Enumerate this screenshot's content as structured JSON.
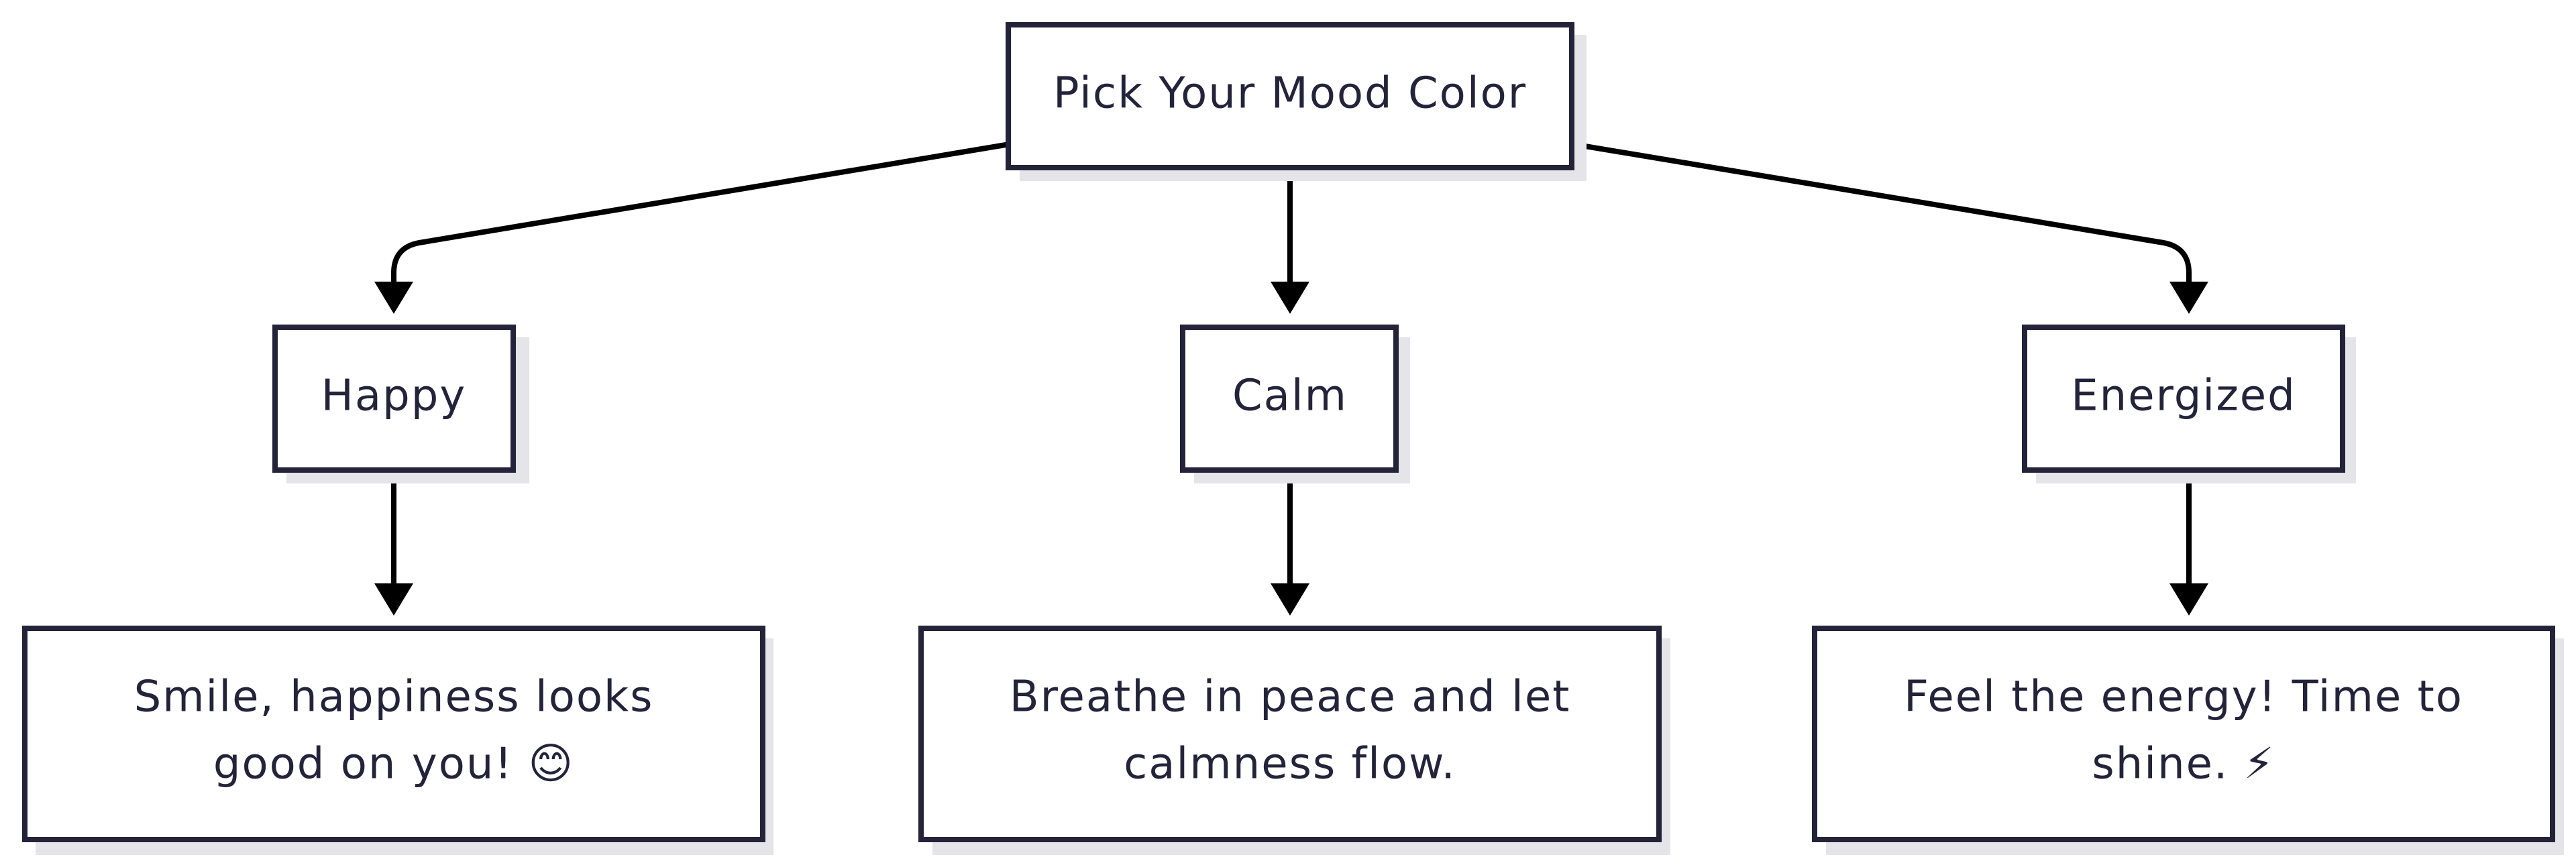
{
  "diagram": {
    "type": "flowchart",
    "nodes": {
      "root": {
        "label": "Pick Your Mood Color"
      },
      "happy": {
        "label": "Happy"
      },
      "calm": {
        "label": "Calm"
      },
      "energized": {
        "label": "Energized"
      },
      "happy_msg": {
        "lines": [
          "Smile, happiness looks",
          "good on you! 😊"
        ]
      },
      "calm_msg": {
        "lines": [
          "Breathe in peace and let",
          "calmness flow."
        ]
      },
      "energized_msg": {
        "lines": [
          "Feel the energy! Time to",
          "shine. ⚡"
        ]
      }
    },
    "edges": [
      {
        "from": "root",
        "to": "happy"
      },
      {
        "from": "root",
        "to": "calm"
      },
      {
        "from": "root",
        "to": "energized"
      },
      {
        "from": "happy",
        "to": "happy_msg"
      },
      {
        "from": "calm",
        "to": "calm_msg"
      },
      {
        "from": "energized",
        "to": "energized_msg"
      }
    ]
  }
}
